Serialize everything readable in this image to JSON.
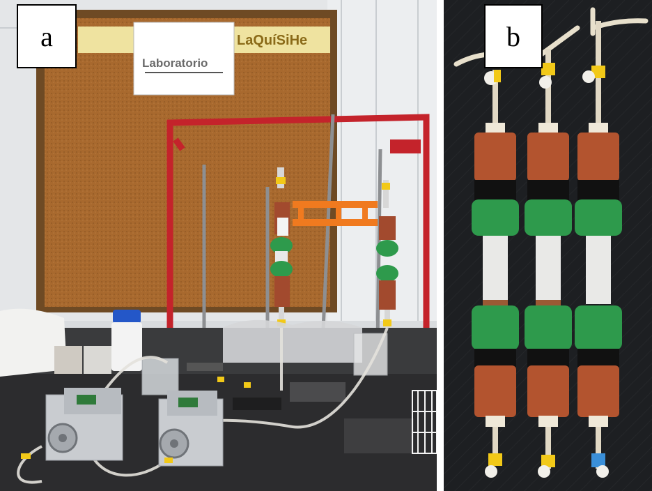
{
  "figure": {
    "panel_a": {
      "label": "a",
      "sign_text": "Laboratorio",
      "banner_text": "LaQuíSiHe"
    },
    "panel_b": {
      "label": "b"
    }
  },
  "colors": {
    "corkboard": "#a8692e",
    "frame_red": "#c4232b",
    "column_green": "#2e9a4c",
    "column_brown": "#b3542f",
    "valve_yellow": "#f2c918",
    "valve_blue": "#3a8fd8",
    "pump_body": "#c9ccd0",
    "bench_dark": "#2c2c2e",
    "background_b": "#1d1f22"
  }
}
